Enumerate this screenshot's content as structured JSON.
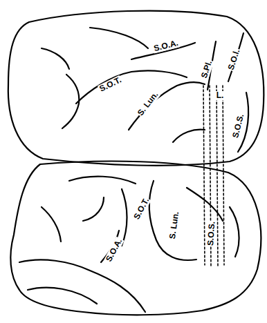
{
  "diagram": {
    "labels": [
      "S.O.A.",
      "S.Pl.",
      "S.O.l.",
      "S.O.T.",
      "S. Lun.",
      "L.",
      "S.O.S.",
      "S.O.T.",
      "S.O.A.",
      "S. Lun.",
      "S.O.S."
    ]
  }
}
